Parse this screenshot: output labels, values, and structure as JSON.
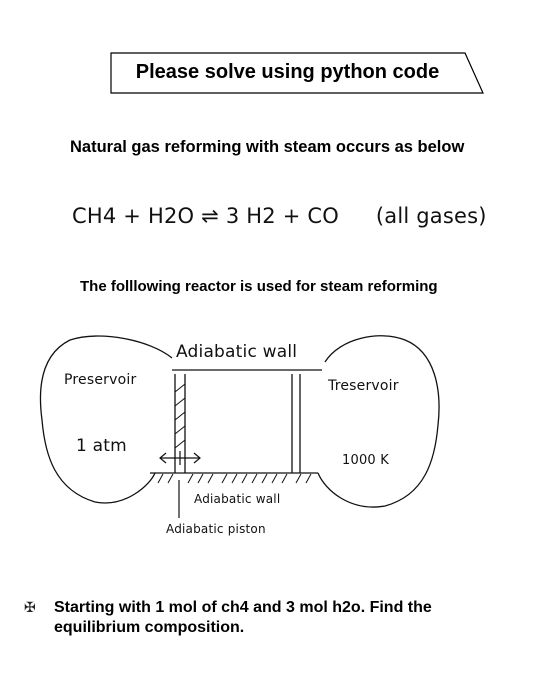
{
  "banner": {
    "title": "Please solve using python code"
  },
  "intro": {
    "text": "Natural gas reforming with steam occurs as below"
  },
  "equation": {
    "reactants": "CH4 + H2O",
    "arrow": "⇌",
    "products": "3 H2 + CO",
    "note": "(all gases)"
  },
  "reactor": {
    "caption": "The folllowing reactor is used for steam reforming"
  },
  "diagram": {
    "top_wall": "Adiabatic wall",
    "left_reservoir_name": "Preservoir",
    "left_reservoir_value": "1 atm",
    "right_reservoir_name": "Treservoir",
    "right_reservoir_value": "1000 K",
    "bottom_wall": "Adiabatic wall",
    "piston": "Adiabatic piston"
  },
  "task": {
    "marker": "✠",
    "text": "Starting with 1 mol of ch4 and 3 mol h2o. Find the equilibrium composition."
  }
}
